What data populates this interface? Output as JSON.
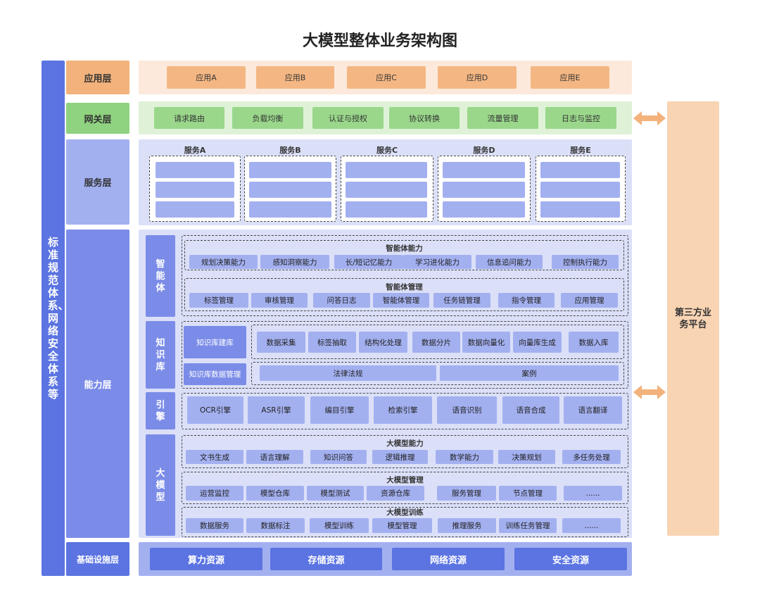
{
  "title": "大模型整体业务架构图",
  "left_bar": "标准规范体系、网络安全体系等",
  "third_party": "第三方业务平台",
  "layers": {
    "app": "应用层",
    "gateway": "网关层",
    "service": "服务层",
    "capability": "能力层",
    "infra": "基础设施层"
  },
  "apps": [
    "应用A",
    "应用B",
    "应用C",
    "应用D",
    "应用E"
  ],
  "gateway": [
    "请求路由",
    "负载均衡",
    "认证与授权",
    "协议转换",
    "流量管理",
    "日志与监控"
  ],
  "services": [
    "服务A",
    "服务B",
    "服务C",
    "服务D",
    "服务E"
  ],
  "agent": {
    "label": "智能体",
    "ability_title": "智能体能力",
    "ability": [
      "规划决策能力",
      "感知洞察能力",
      "长/短记忆能力",
      "学习进化能力",
      "信息追问能力",
      "控制执行能力"
    ],
    "mgmt_title": "智能体管理",
    "mgmt": [
      "标签管理",
      "审核管理",
      "问答日志",
      "智能体管理",
      "任务链管理",
      "指令管理",
      "应用管理"
    ]
  },
  "kb": {
    "label": "知识库",
    "build": "知识库建库",
    "build_items": [
      "数据采集",
      "标签抽取",
      "结构化处理",
      "数据分片",
      "数据向量化",
      "向量库生成",
      "数据入库"
    ],
    "data_mgmt": "知识库数据管理",
    "data_items": [
      "法律法规",
      "案例"
    ]
  },
  "engine": {
    "label": "引擎",
    "items": [
      "OCR引擎",
      "ASR引擎",
      "编目引擎",
      "检索引擎",
      "语音识别",
      "语音合成",
      "语言翻译"
    ]
  },
  "llm": {
    "label": "大模型",
    "ability_title": "大模型能力",
    "ability": [
      "文书生成",
      "语言理解",
      "知识问答",
      "逻辑推理",
      "数学能力",
      "决策规划",
      "多任务处理"
    ],
    "mgmt_title": "大模型管理",
    "mgmt": [
      "运营监控",
      "模型仓库",
      "模型测试",
      "资源仓库",
      "服务管理",
      "节点管理",
      "......"
    ],
    "train_title": "大模型训练",
    "train": [
      "数据服务",
      "数据标注",
      "模型训练",
      "模型管理",
      "推理服务",
      "训练任务管理",
      "......"
    ]
  },
  "infra": [
    "算力资源",
    "存储资源",
    "网络资源",
    "安全资源"
  ],
  "colors": {
    "primary_blue": "#5b74e2",
    "mid_blue": "#7b8ce8",
    "light_blue": "#a3b0f0",
    "band_blue": "#dbe0f8",
    "orange": "#f3b27b",
    "green": "#8fd27f",
    "peach": "#f8d4b3"
  }
}
